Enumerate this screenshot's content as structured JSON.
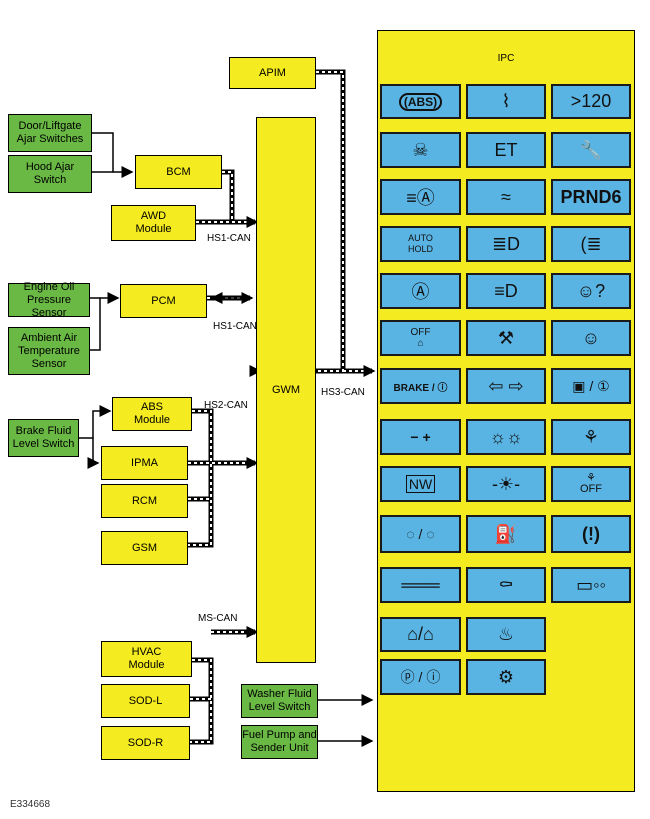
{
  "figure_id": "E334668",
  "modules": {
    "apim": "APIM",
    "gwm": "GWM",
    "bcm": "BCM",
    "awd": "AWD\nModule",
    "pcm": "PCM",
    "abs": "ABS\nModule",
    "ipma": "IPMA",
    "rcm": "RCM",
    "gsm": "GSM",
    "hvac": "HVAC\nModule",
    "sod_l": "SOD-L",
    "sod_r": "SOD-R",
    "ipc": "IPC"
  },
  "inputs": {
    "door_switches": "Door/Liftgate\nAjar Switches",
    "hood_switch": "Hood Ajar\nSwitch",
    "oil_sensor": "Engine Oil\nPressure Sensor",
    "air_sensor": "Ambient Air\nTemperature\nSensor",
    "brake_fluid": "Brake Fluid\nLevel Switch",
    "washer_fluid": "Washer Fluid\nLevel Switch",
    "fuel_pump": "Fuel Pump and\nSender Unit"
  },
  "bus_labels": {
    "hs1_a": "HS1-CAN",
    "hs1_b": "HS1-CAN",
    "hs2": "HS2-CAN",
    "hs3": "HS3-CAN",
    "ms": "MS-CAN"
  },
  "tiles": {
    "abs": "(ABS)",
    "temp": "⌇",
    "speed": ">120",
    "airbag": "☠",
    "et": "ET",
    "wrench": "🔧",
    "headlamp": "≡Ⓐ",
    "washer": "≈",
    "prnd": "PRND6",
    "auto_hold": "AUTO\nHOLD",
    "front_fog": "≣D",
    "rear_fog": "(≣",
    "auto_start": "Ⓐ",
    "high_beam": "≡D",
    "belt_q": "☺?",
    "off_icon": "OFF\n⌂",
    "blind": "⚒",
    "belt": "☺",
    "brake": "BRAKE / ⓘ",
    "turn": "⇦ ⇨",
    "limit": "▣ / ①",
    "battery": "− +",
    "side_lamp": "☼☼",
    "traction": "⚘",
    "nw": "NW",
    "bulb": "-☀-",
    "traction_off": "⚘\nOFF",
    "cruise": "◌ / ◌",
    "fuel": "⛽",
    "tpms": "(!)",
    "lane": "═══",
    "oil": "⚰",
    "trailer": "▭◦◦",
    "door_open": "⌂/⌂",
    "heater": "♨",
    "power": "ⓟ / ⓘ",
    "engine": "⚙"
  }
}
